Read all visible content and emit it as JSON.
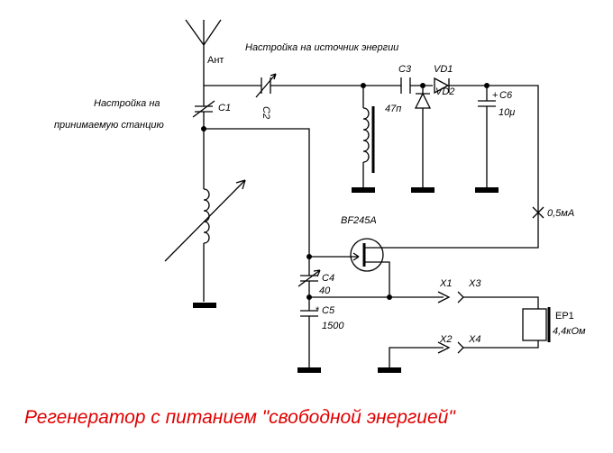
{
  "title": "Регенератор с питанием \"свободной энергией\"",
  "colors": {
    "title": "#e00000",
    "lines": "#000000"
  },
  "labels": {
    "antenna": "Ант",
    "tune_source": "Настройка на источник энергии",
    "tune_station_1": "Настройка на",
    "tune_station_2": "принимаемую станцию",
    "c1": "C1",
    "c2": "C2",
    "c3": "C3",
    "c3_value": "47п",
    "vd1": "VD1",
    "vd2": "VD2",
    "c6": "C6",
    "c6_value": "10μ",
    "transistor": "BF245A",
    "current": "0,5мА",
    "c4": "C4",
    "c4_value": "40",
    "c5": "C5",
    "c5_value": "1500",
    "star": "*",
    "x1": "X1",
    "x2": "X2",
    "x3": "X3",
    "x4": "X4",
    "ep1": "EP1",
    "ep1_value": "4,4кОм",
    "plus": "+"
  }
}
